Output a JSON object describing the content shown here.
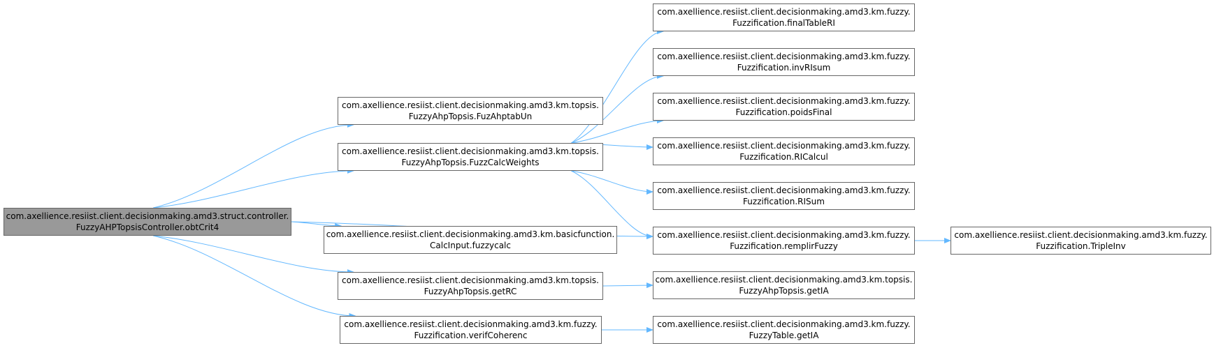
{
  "colors": {
    "edge": "#63b8ff",
    "node_border": "#666666",
    "root_fill": "#999999",
    "node_fill": "#ffffff"
  },
  "nodes": {
    "root": {
      "line1": "com.axellience.resiist.client.decisionmaking.amd3.struct.controller.",
      "line2": "FuzzyAHPTopsisController.obtCrit4"
    },
    "fuzahptabun": {
      "line1": "com.axellience.resiist.client.decisionmaking.amd3.km.topsis.",
      "line2": "FuzzyAhpTopsis.FuzAhptabUn"
    },
    "fuzzcalcweights": {
      "line1": "com.axellience.resiist.client.decisionmaking.amd3.km.topsis.",
      "line2": "FuzzyAhpTopsis.FuzzCalcWeights"
    },
    "fuzzycalc": {
      "line1": "com.axellience.resiist.client.decisionmaking.amd3.km.basicfunction.",
      "line2": "CalcInput.fuzzycalc"
    },
    "getrc": {
      "line1": "com.axellience.resiist.client.decisionmaking.amd3.km.topsis.",
      "line2": "FuzzyAhpTopsis.getRC"
    },
    "verifcoherenc": {
      "line1": "com.axellience.resiist.client.decisionmaking.amd3.km.fuzzy.",
      "line2": "Fuzzification.verifCoherenc"
    },
    "finaltableri": {
      "line1": "com.axellience.resiist.client.decisionmaking.amd3.km.fuzzy.",
      "line2": "Fuzzification.finalTableRI"
    },
    "invrisum": {
      "line1": "com.axellience.resiist.client.decisionmaking.amd3.km.fuzzy.",
      "line2": "Fuzzification.invRIsum"
    },
    "poidsfinal": {
      "line1": "com.axellience.resiist.client.decisionmaking.amd3.km.fuzzy.",
      "line2": "Fuzzification.poidsFinal"
    },
    "ricalcul": {
      "line1": "com.axellience.resiist.client.decisionmaking.amd3.km.fuzzy.",
      "line2": "Fuzzification.RICalcul"
    },
    "risum": {
      "line1": "com.axellience.resiist.client.decisionmaking.amd3.km.fuzzy.",
      "line2": "Fuzzification.RISum"
    },
    "remplirfuzzy": {
      "line1": "com.axellience.resiist.client.decisionmaking.amd3.km.fuzzy.",
      "line2": "Fuzzification.remplirFuzzy"
    },
    "tripleinv": {
      "line1": "com.axellience.resiist.client.decisionmaking.amd3.km.fuzzy.",
      "line2": "Fuzzification.TripleInv"
    },
    "getia_topsis": {
      "line1": "com.axellience.resiist.client.decisionmaking.amd3.km.topsis.",
      "line2": "FuzzyAhpTopsis.getIA"
    },
    "getia_table": {
      "line1": "com.axellience.resiist.client.decisionmaking.amd3.km.fuzzy.",
      "line2": "FuzzyTable.getIA"
    }
  },
  "edges": [
    {
      "from": "root",
      "to": "fuzahptabun"
    },
    {
      "from": "root",
      "to": "fuzzcalcweights"
    },
    {
      "from": "root",
      "to": "fuzzycalc"
    },
    {
      "from": "root",
      "to": "getrc"
    },
    {
      "from": "root",
      "to": "verifcoherenc"
    },
    {
      "from": "root",
      "to": "remplirfuzzy"
    },
    {
      "from": "fuzzcalcweights",
      "to": "finaltableri"
    },
    {
      "from": "fuzzcalcweights",
      "to": "invrisum"
    },
    {
      "from": "fuzzcalcweights",
      "to": "poidsfinal"
    },
    {
      "from": "fuzzcalcweights",
      "to": "ricalcul"
    },
    {
      "from": "fuzzcalcweights",
      "to": "risum"
    },
    {
      "from": "fuzzcalcweights",
      "to": "remplirfuzzy"
    },
    {
      "from": "remplirfuzzy",
      "to": "tripleinv"
    },
    {
      "from": "getrc",
      "to": "getia_topsis"
    },
    {
      "from": "verifcoherenc",
      "to": "getia_table"
    }
  ]
}
